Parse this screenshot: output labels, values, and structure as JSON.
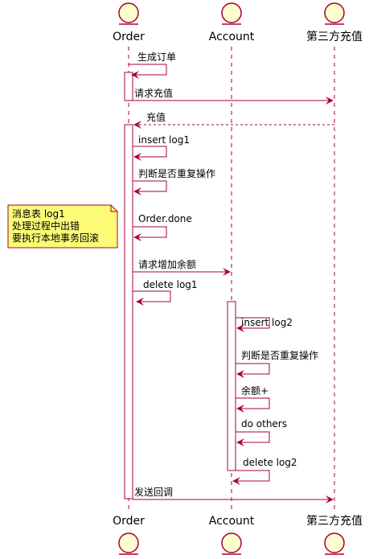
{
  "participants": [
    {
      "id": "order",
      "name": "Order"
    },
    {
      "id": "account",
      "name": "Account"
    },
    {
      "id": "third",
      "name": "第三方充值"
    }
  ],
  "messages": [
    {
      "label": "生成订单"
    },
    {
      "label": "请求充值"
    },
    {
      "label": "充值"
    },
    {
      "label": "insert log1"
    },
    {
      "label": "判断是否重复操作"
    },
    {
      "label": "Order.done"
    },
    {
      "label": "请求增加余额"
    },
    {
      "label": "delete log1"
    },
    {
      "label": "insert log2"
    },
    {
      "label": "判断是否重复操作"
    },
    {
      "label": "余额+"
    },
    {
      "label": "do others"
    },
    {
      "label": "delete log2"
    },
    {
      "label": "发送回调"
    }
  ],
  "note": {
    "lines": [
      "消息表 log1",
      "处理过程中出错",
      "要执行本地事务回滚"
    ]
  },
  "colors": {
    "line": "#A80036",
    "fill": "#FEFECE",
    "note_fill": "#FBFB77",
    "activation_fill": "#FFFFFF"
  }
}
